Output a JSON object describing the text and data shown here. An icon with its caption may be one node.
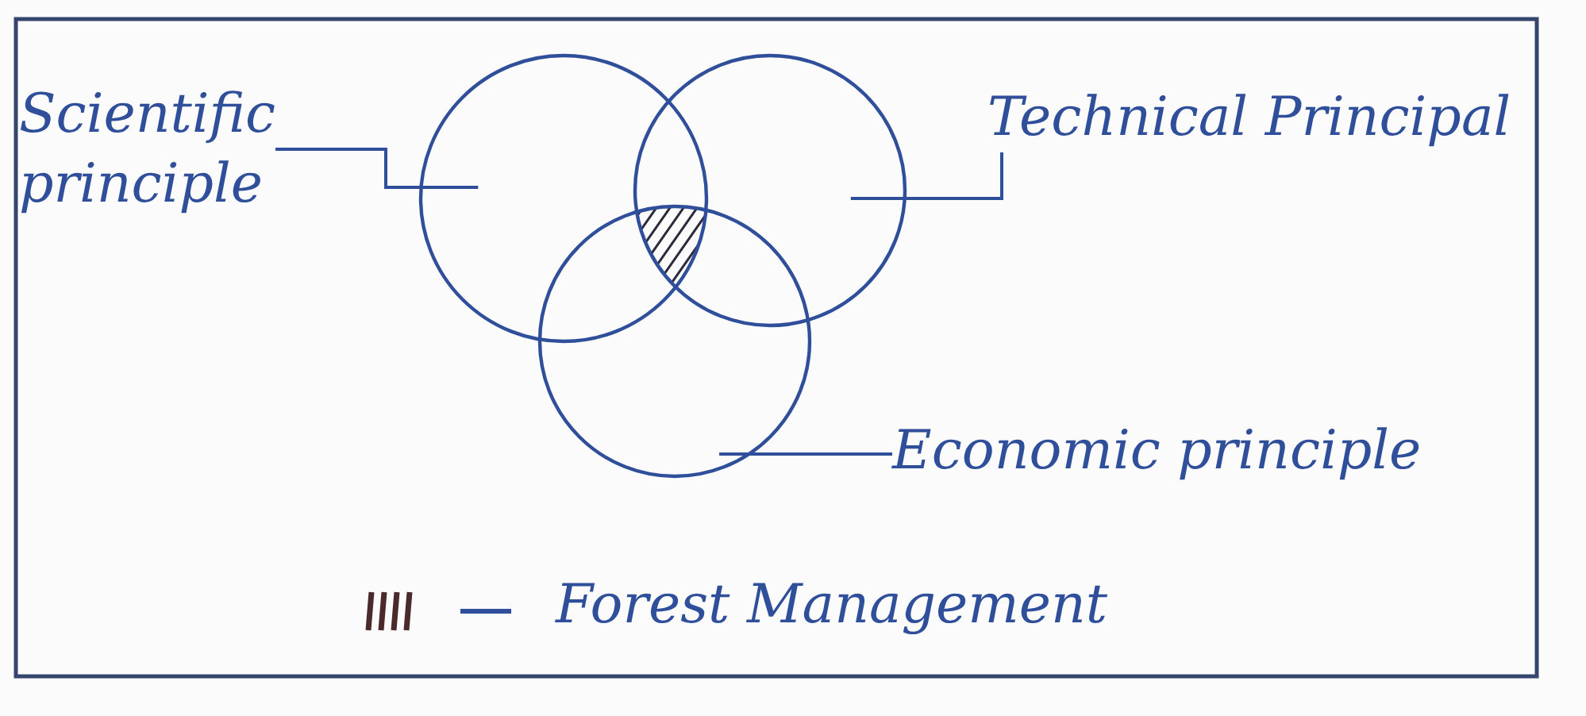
{
  "diagram": {
    "nodes": [
      {
        "text": [
          "Scientific principle"
        ]
      },
      {
        "text": [
          "Technical Principal"
        ]
      },
      {
        "text": [
          "Economic principle"
        ]
      },
      {
        "text": [],
        "shape": "circle"
      },
      {
        "text": [],
        "shape": "circle"
      },
      {
        "text": [],
        "shape": "circle"
      }
    ],
    "edges": [
      {
        "from": 0,
        "to": 3,
        "arrow": "none"
      },
      {
        "from": 1,
        "to": 4,
        "arrow": "none"
      },
      {
        "from": 2,
        "to": 5,
        "arrow": "none"
      }
    ],
    "legend": [
      {
        "text": "Forest Management"
      }
    ]
  }
}
